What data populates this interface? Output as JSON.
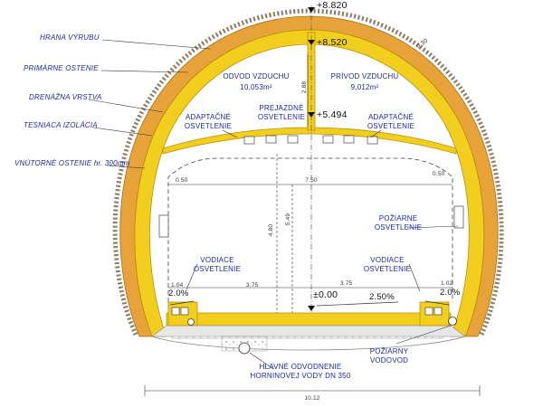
{
  "layer_labels": {
    "hrana_vyrubu": "HRANA VÝRUBU",
    "primarne_ostenie": "PRIMÁRNE OSTENIE",
    "drenazna_vrstva": "DRENÁŽNA VRSTVA",
    "tesniaca_izolacia": "TESNIACA IZOLÁCIA",
    "vnutorne_ostenie": "VNÚTORNÉ OSTENIE hr. 300mm"
  },
  "ventilation": {
    "exhaust_label": "ODVOD VZDUCHU",
    "exhaust_area": "10,053m²",
    "supply_label": "PRÍVOD VZDUCHU",
    "supply_area": "9,012m²"
  },
  "lighting": {
    "adaptive_left_1": "ADAPTAČNÉ",
    "adaptive_left_2": "OSVETLENIE",
    "transit_1": "PREJAZDNÉ",
    "transit_2": "OSVETLENIE",
    "adaptive_right_1": "ADAPTAČNÉ",
    "adaptive_right_2": "OSVETLENIE",
    "guide_left_1": "VODIACE",
    "guide_left_2": "OSVETLENIE",
    "guide_right_1": "VODIACE",
    "guide_right_2": "OSVETLENIE",
    "fire_1": "POŽIARNE",
    "fire_2": "OSVETLENIE"
  },
  "elevations": {
    "top": "+8.820",
    "ceiling": "+8.520",
    "deck": "+5.494",
    "road": "±0.00"
  },
  "dimensions": {
    "arch_thickness": "0.30",
    "duct_height": "2.88",
    "clearance_width": "7.50",
    "side_left": "0.50",
    "side_right": "0.50",
    "height_inner": "4.80",
    "height_total": "5.49",
    "sidewalk_left": "1.04",
    "lane_left": "3.75",
    "lane_right": "3.75",
    "sidewalk_right": "1.02",
    "total_width": "10.12"
  },
  "slopes": {
    "left": "2.0%",
    "middle": "2.50%",
    "right": "2.0%"
  },
  "drainage": {
    "main_1": "HLAVNÉ ODVODNENIE",
    "main_2": "HORNINOVEJ VODY DN 350",
    "fire_main_1": "POŽIARNY",
    "fire_main_2": "VODOVOD"
  },
  "colors": {
    "lining": "#f2cf1e",
    "lining_edge": "#b8900a",
    "primary": "#e8a23a",
    "rock_edge": "#7a6a52",
    "text": "#1a2aa8",
    "dash": "#444444"
  }
}
